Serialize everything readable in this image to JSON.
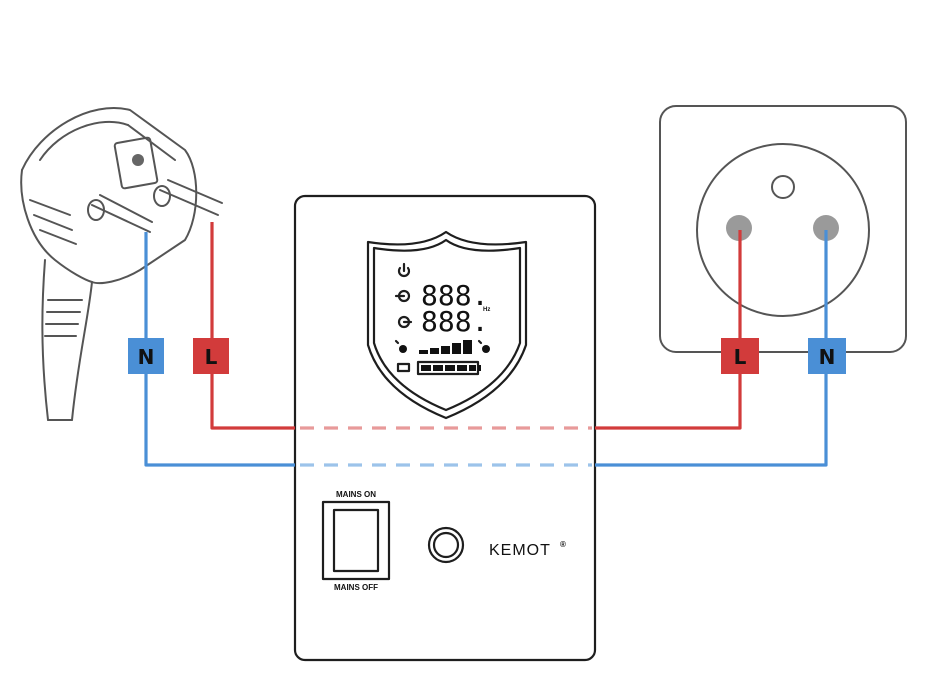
{
  "colors": {
    "live": "#d23b3b",
    "neutral": "#4a8fd6",
    "outline": "#1e1e1e"
  },
  "plug": {
    "neutral_label": "N",
    "live_label": "L"
  },
  "socket": {
    "live_label": "L",
    "neutral_label": "N"
  },
  "device": {
    "display_input": "888.",
    "display_output": "888.",
    "unit": "Hz",
    "switch_top_label": "MAINS ON",
    "switch_bottom_label": "MAINS OFF",
    "brand": "KEMOT",
    "brand_mark": "®"
  },
  "icons": [
    "plug-icon",
    "wall-socket-icon",
    "power-icon",
    "input-icon",
    "output-icon",
    "bulb-icon",
    "battery-icon",
    "mains-switch-icon",
    "round-button-icon"
  ]
}
